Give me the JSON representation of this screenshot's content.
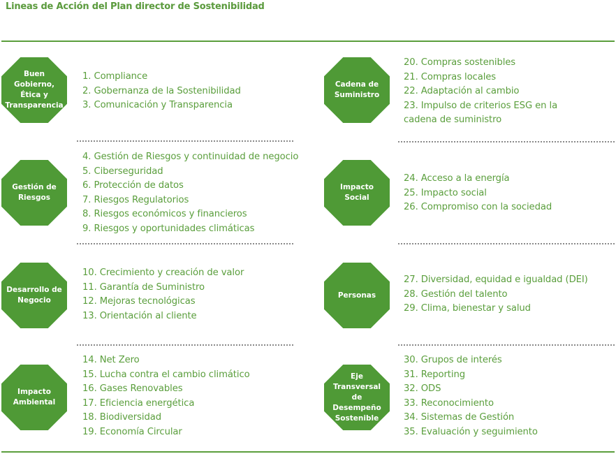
{
  "title": "Lineas de Acción del Plan director de Sostenibilidad",
  "colors": {
    "accent": "#4f9a36",
    "text": "#5a9e3c",
    "divider": "#8a8a8a"
  },
  "sections": [
    {
      "label": "Buen Gobierno, Ética y Transparencia",
      "items": [
        "1. Compliance",
        "2. Gobernanza de la Sostenibilidad",
        "3. Comunicación y Transparencia"
      ]
    },
    {
      "label": "Gestión de Riesgos",
      "items": [
        "4. Gestión de Riesgos y continuidad de negocio",
        "5. Ciberseguridad",
        "6. Protección de datos",
        "7. Riesgos Regulatorios",
        "8. Riesgos económicos y financieros",
        "9. Riesgos y oportunidades climáticas"
      ]
    },
    {
      "label": "Desarrollo de Negocio",
      "items": [
        "10. Crecimiento y creación de valor",
        "11. Garantía de Suministro",
        "12. Mejoras tecnológicas",
        "13. Orientación al cliente"
      ]
    },
    {
      "label": "Impacto Ambiental",
      "items": [
        "14. Net Zero",
        "15. Lucha contra el cambio climático",
        "16. Gases Renovables",
        "17. Eficiencia energética",
        "18. Biodiversidad",
        "19. Economía Circular"
      ]
    },
    {
      "label": "Cadena de Suministro",
      "items": [
        "20. Compras sostenibles",
        "21. Compras locales",
        "22. Adaptación al cambio",
        "23. Impulso de criterios ESG en la cadena de suministro"
      ]
    },
    {
      "label": "Impacto Social",
      "items": [
        "24. Acceso a la energía",
        "25. Impacto social",
        "26. Compromiso con la sociedad"
      ]
    },
    {
      "label": "Personas",
      "items": [
        "27. Diversidad, equidad e igualdad (DEI)",
        "28. Gestión del talento",
        "29. Clima, bienestar y salud"
      ]
    },
    {
      "label": "Eje Transversal de Desempeño Sostenible",
      "items": [
        "30. Grupos de interés",
        "31. Reporting",
        "32. ODS",
        "33. Reconocimiento",
        "34. Sistemas de Gestión",
        "35. Evaluación y seguimiento"
      ]
    }
  ]
}
